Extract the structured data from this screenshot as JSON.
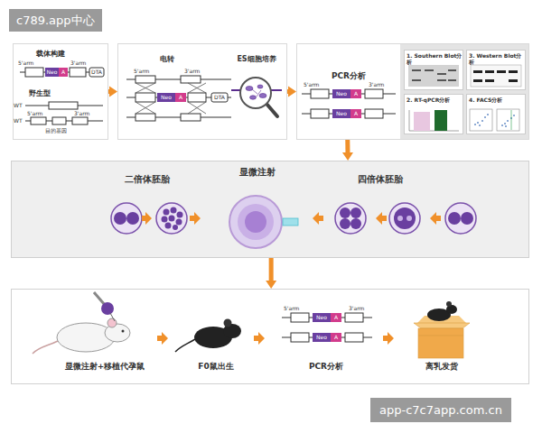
{
  "diagram": {
    "nodes": [
      {
        "text": [
          "载体构建",
          "野生型"
        ]
      },
      {
        "text": [
          "电转",
          "ES细胞培养"
        ]
      },
      {
        "text": [
          "PCR分析"
        ]
      },
      {
        "text": [
          "1. Southern Blot分析"
        ],
        "in": 2
      },
      {
        "text": [
          "3. Western Blot分析"
        ],
        "in": 2
      },
      {
        "text": [
          "2. RT-qPCR分析"
        ],
        "in": 2
      },
      {
        "text": [
          "4. FACS分析"
        ],
        "in": 2
      },
      {
        "text": [
          "二倍体胚胎",
          "显微注射",
          "四倍体胚胎"
        ]
      },
      {
        "text": [
          "显微注射+移植代孕鼠",
          "F0鼠出生",
          "PCR分析",
          "离乳发货"
        ]
      }
    ],
    "edges": [
      {
        "from": 0,
        "to": 1,
        "arrow": "to"
      },
      {
        "from": 1,
        "to": 2,
        "arrow": "to"
      },
      {
        "from": 2,
        "to": 7,
        "arrow": "to"
      },
      {
        "from": 7,
        "to": 8,
        "arrow": "to"
      }
    ],
    "labels": [
      "5'arm",
      "3'arm",
      "Neo",
      "A",
      "DTA",
      "WT",
      "5'arm",
      "3'arm",
      "WT",
      "目的基因",
      "5'arm",
      "3'arm",
      "Neo",
      "A",
      "DTA",
      "5'arm",
      "3'arm",
      "Neo",
      "A",
      "Neo",
      "A",
      "5'arm",
      "3'arm",
      "Neo",
      "A",
      "Neo",
      "A",
      "c789.app中心",
      "app-c7c7app.com.cn"
    ]
  }
}
